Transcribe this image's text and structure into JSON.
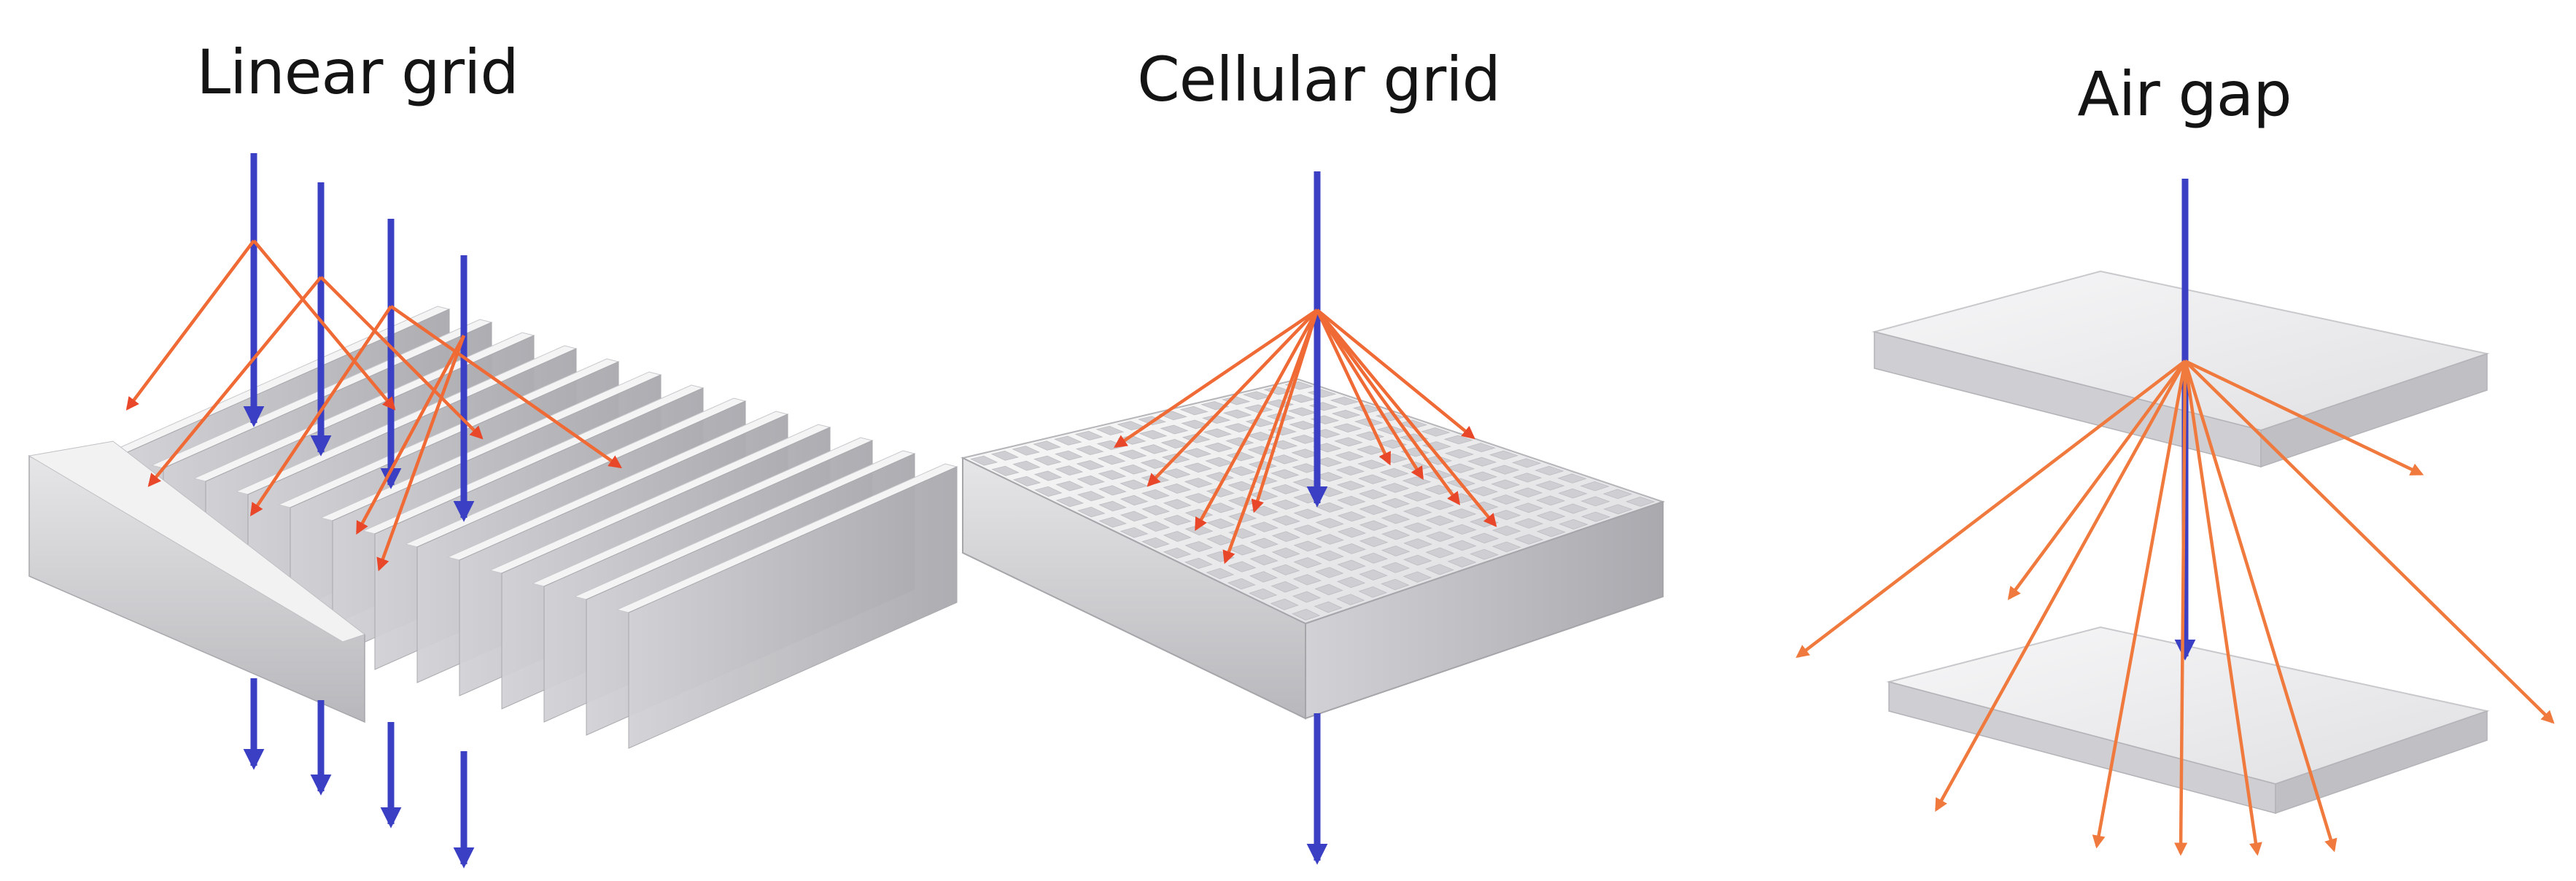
{
  "panels": [
    {
      "id": "linear",
      "title": "Linear grid"
    },
    {
      "id": "cellular",
      "title": "Cellular grid"
    },
    {
      "id": "airgap",
      "title": "Air gap"
    }
  ],
  "colors": {
    "primary_beam": "#3a3fc4",
    "scatter_ray": "#f07a3e",
    "scatter_ray_inside": "#d2281a",
    "material_light": "#eeeeee",
    "material_mid": "#d4d4d6",
    "material_dark": "#b2b2b6"
  }
}
